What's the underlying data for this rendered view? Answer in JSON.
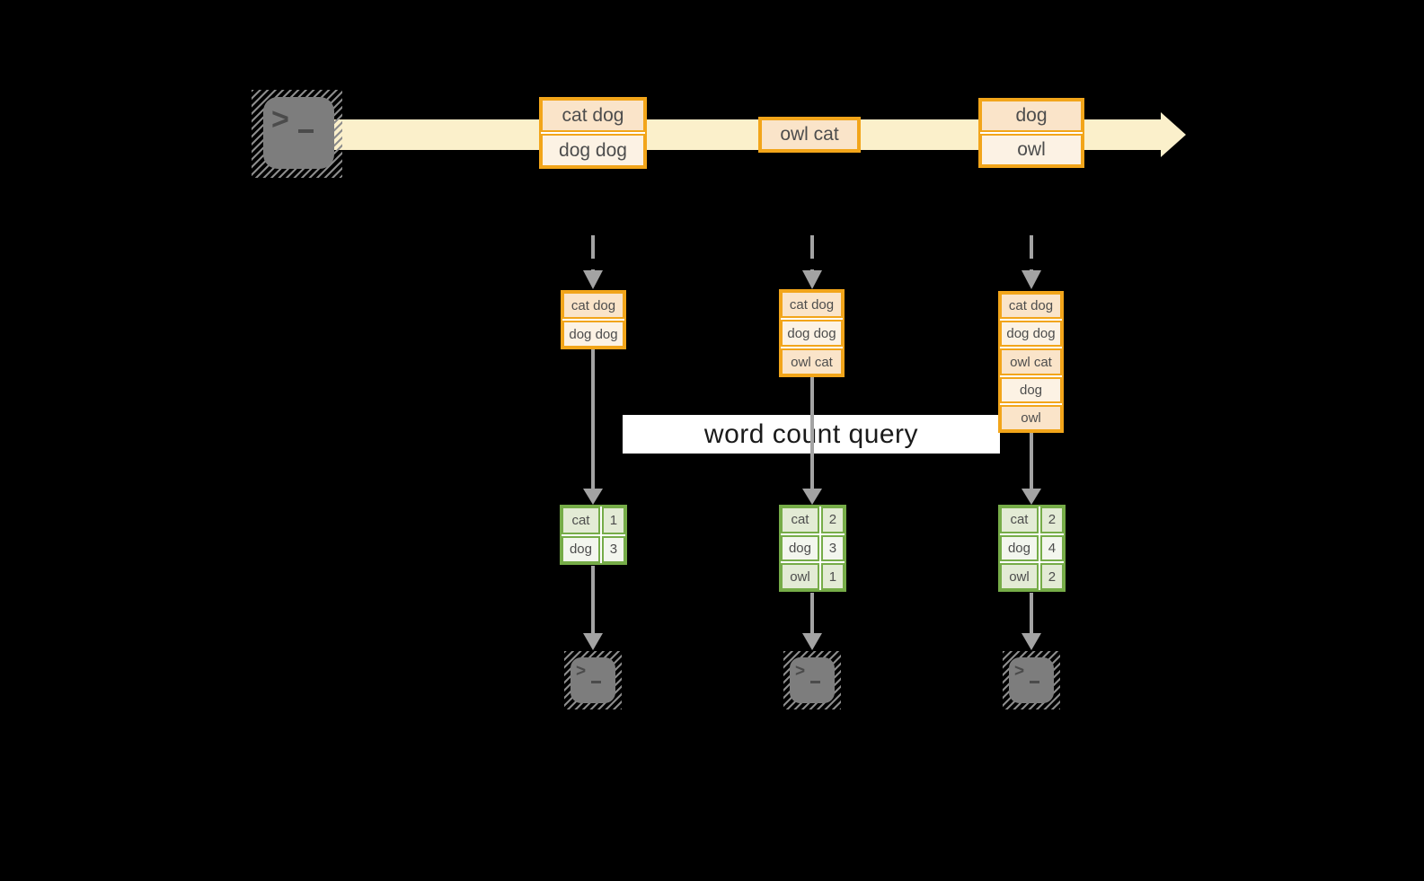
{
  "stream": {
    "events": [
      {
        "lines": [
          "cat dog",
          "dog dog"
        ]
      },
      {
        "lines": [
          "owl cat"
        ]
      },
      {
        "lines": [
          "dog",
          "owl"
        ]
      }
    ]
  },
  "query": {
    "label": "word count query"
  },
  "columns": [
    {
      "state": [
        "cat dog",
        "dog dog"
      ],
      "counts": [
        [
          "cat",
          "1"
        ],
        [
          "dog",
          "3"
        ]
      ]
    },
    {
      "state": [
        "cat dog",
        "dog dog",
        "owl cat"
      ],
      "counts": [
        [
          "cat",
          "2"
        ],
        [
          "dog",
          "3"
        ],
        [
          "owl",
          "1"
        ]
      ]
    },
    {
      "state": [
        "cat dog",
        "dog dog",
        "owl cat",
        "dog",
        "owl"
      ],
      "counts": [
        [
          "cat",
          "2"
        ],
        [
          "dog",
          "4"
        ],
        [
          "owl",
          "2"
        ]
      ]
    }
  ],
  "icons": {
    "source": "terminal-icon",
    "sinks": [
      "terminal-icon",
      "terminal-icon",
      "terminal-icon"
    ],
    "prompt_chevron": ">"
  },
  "colors": {
    "background": "#000000",
    "band": "#FBF0CB",
    "orange_border": "#F2A51A",
    "cell_peach": "#FAE4C9",
    "cell_cream": "#FCF2E4",
    "green_border": "#76AC48",
    "green_cell_dark": "#E3EBD5",
    "green_cell_light": "#F3F6EE",
    "arrow_gray": "#A3A3A3",
    "terminal_gray": "#7D7D7D",
    "text_gray": "#4D4D4D",
    "query_text": "#1A1A1A"
  }
}
